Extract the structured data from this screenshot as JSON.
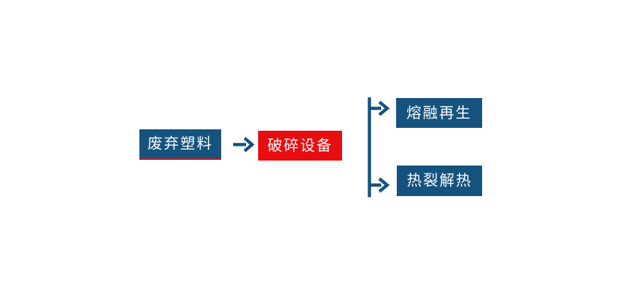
{
  "page": {
    "background": "#ffffff"
  },
  "diagram": {
    "type": "flowchart",
    "direction": "left-to-right",
    "colors": {
      "node_blue": "#15537e",
      "node_red": "#e70d11",
      "underline_red": "#e70d11",
      "connector_blue": "#15537e",
      "label_text": "#fbfbfb",
      "background": "#ffffff"
    },
    "nodes": [
      {
        "id": "waste-plastic",
        "label": "废弃塑料",
        "fill": "#15537e",
        "underline": "#e70d11"
      },
      {
        "id": "crushing-equipment",
        "label": "破碎设备",
        "fill": "#e70d11"
      },
      {
        "id": "melt-regeneration",
        "label": "熔融再生",
        "fill": "#15537e"
      },
      {
        "id": "pyrolysis-heat",
        "label": "热裂解热",
        "fill": "#15537e"
      }
    ],
    "edges": [
      {
        "from": "waste-plastic",
        "to": "crushing-equipment",
        "style": "arrow"
      },
      {
        "from": "crushing-equipment",
        "to": "melt-regeneration",
        "style": "branch-arrow"
      },
      {
        "from": "crushing-equipment",
        "to": "pyrolysis-heat",
        "style": "branch-arrow"
      }
    ]
  }
}
